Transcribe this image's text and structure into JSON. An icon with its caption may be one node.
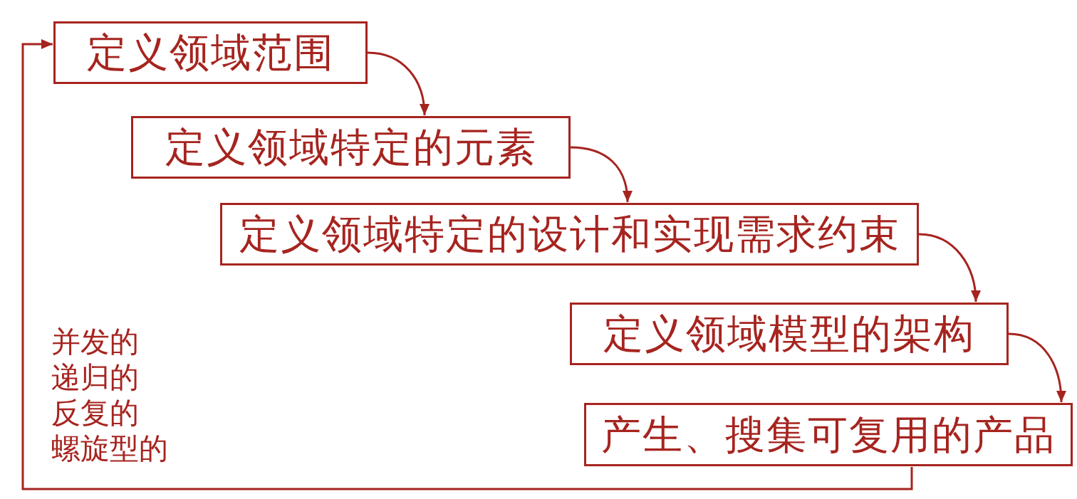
{
  "diagram": {
    "nodes": [
      {
        "text": [
          "定义领域范围"
        ]
      },
      {
        "text": [
          "定义领域特定的元素"
        ]
      },
      {
        "text": [
          "定义领域特定的设计和实现需求约束"
        ]
      },
      {
        "text": [
          "定义领域模型的架构"
        ]
      },
      {
        "text": [
          "产生、搜集可复用的产品"
        ]
      }
    ],
    "edges": [
      {
        "from": 0,
        "to": 1,
        "arrow": "to"
      },
      {
        "from": 1,
        "to": 2,
        "arrow": "to"
      },
      {
        "from": 2,
        "to": 3,
        "arrow": "to"
      },
      {
        "from": 3,
        "to": 4,
        "arrow": "to"
      },
      {
        "from": 4,
        "to": 0,
        "arrow": "to"
      }
    ],
    "labels": [
      "并发的",
      "递归的",
      "反复的",
      "螺旋型的"
    ]
  }
}
